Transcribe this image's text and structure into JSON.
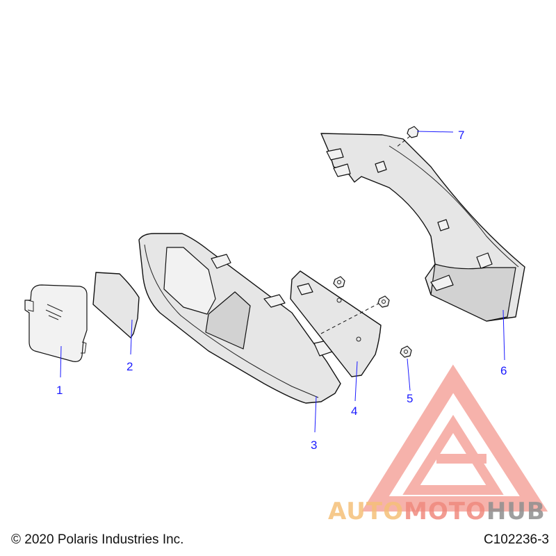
{
  "callouts": [
    {
      "id": "1",
      "label": "1"
    },
    {
      "id": "2",
      "label": "2"
    },
    {
      "id": "3",
      "label": "3"
    },
    {
      "id": "4",
      "label": "4"
    },
    {
      "id": "5",
      "label": "5"
    },
    {
      "id": "6",
      "label": "6"
    },
    {
      "id": "7",
      "label": "7"
    }
  ],
  "footer": {
    "copyright": "© 2020 Polaris Industries Inc.",
    "figure_id": "C102236-3"
  },
  "watermark": {
    "auto": "AUTO",
    "moto": "MOTO",
    "hub": "HUB"
  },
  "colors": {
    "callout": "#1a1aff",
    "watermark_red": "#f08a7e",
    "watermark_orange": "#f5c079",
    "watermark_gray": "#8f8f8f"
  }
}
